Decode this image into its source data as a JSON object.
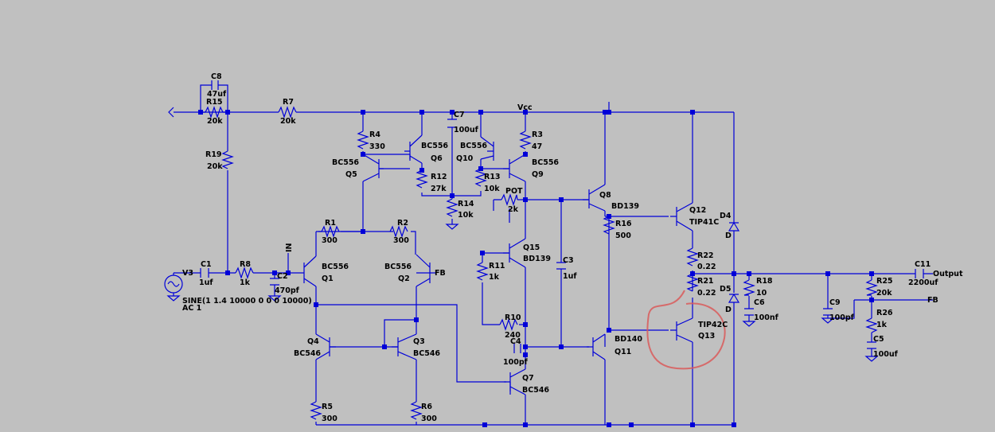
{
  "schematic": {
    "components": {
      "c8": {
        "ref": "C8",
        "value": "47uf"
      },
      "r15": {
        "ref": "R15",
        "value": "20k"
      },
      "r7": {
        "ref": "R7",
        "value": "20k"
      },
      "r19": {
        "ref": "R19",
        "value": "20k"
      },
      "r4": {
        "ref": "R4",
        "value": "330"
      },
      "q6": {
        "ref": "Q6",
        "value": "BC556"
      },
      "q5": {
        "ref": "Q5",
        "value": "BC556"
      },
      "r12": {
        "ref": "R12",
        "value": "27k"
      },
      "c7": {
        "ref": "C7",
        "value": "100uf"
      },
      "r14": {
        "ref": "R14",
        "value": "10k"
      },
      "q10": {
        "ref": "Q10",
        "value": "BC556"
      },
      "r13": {
        "ref": "R13",
        "value": "10k"
      },
      "r3": {
        "ref": "R3",
        "value": "47"
      },
      "q9": {
        "ref": "Q9",
        "value": "BC556"
      },
      "pot": {
        "ref": "POT",
        "value": "2k"
      },
      "q8": {
        "ref": "Q8",
        "value": "BD139"
      },
      "r16": {
        "ref": "R16",
        "value": "500"
      },
      "q12": {
        "ref": "Q12",
        "value": "TIP41C"
      },
      "d4": {
        "ref": "D4",
        "value": "D"
      },
      "r1": {
        "ref": "R1",
        "value": "300"
      },
      "r2": {
        "ref": "R2",
        "value": "300"
      },
      "q15": {
        "ref": "Q15",
        "value": "BD139"
      },
      "r11": {
        "ref": "R11",
        "value": "1k"
      },
      "c3": {
        "ref": "C3",
        "value": "1uf"
      },
      "r22": {
        "ref": "R22",
        "value": "0.22"
      },
      "r21": {
        "ref": "R21",
        "value": "0.22"
      },
      "d5": {
        "ref": "D5",
        "value": "D"
      },
      "r18": {
        "ref": "R18",
        "value": "10"
      },
      "c6": {
        "ref": "C6",
        "value": "100nf"
      },
      "c11": {
        "ref": "C11",
        "value": "2200uf"
      },
      "r25": {
        "ref": "R25",
        "value": "20k"
      },
      "r26": {
        "ref": "R26",
        "value": "1k"
      },
      "c5": {
        "ref": "C5",
        "value": "100uf"
      },
      "c9": {
        "ref": "C9",
        "value": "100pf"
      },
      "v3": {
        "ref": "V3",
        "value": "SINE(1 1.4 10000 0 0 0 10000)",
        "ac": "AC 1"
      },
      "c1": {
        "ref": "C1",
        "value": "1uf"
      },
      "r8": {
        "ref": "R8",
        "value": "1k"
      },
      "c2": {
        "ref": "C2",
        "value": "470pf"
      },
      "q1": {
        "ref": "Q1",
        "value": "BC556"
      },
      "q2": {
        "ref": "Q2",
        "value": "BC556"
      },
      "q4": {
        "ref": "Q4",
        "value": "BC546"
      },
      "q3": {
        "ref": "Q3",
        "value": "BC546"
      },
      "r10": {
        "ref": "R10",
        "value": "240"
      },
      "c4": {
        "ref": "C4",
        "value": "100pf"
      },
      "q11": {
        "ref": "Q11",
        "value": "BD140"
      },
      "q13": {
        "ref": "Q13",
        "value": "TIP42C"
      },
      "q7": {
        "ref": "Q7",
        "value": "BC546"
      },
      "r5": {
        "ref": "R5",
        "value": "300"
      },
      "r6": {
        "ref": "R6",
        "value": "300"
      }
    },
    "nets": {
      "vcc": "Vcc",
      "output": "Output",
      "fb": "FB",
      "in": "IN"
    }
  }
}
